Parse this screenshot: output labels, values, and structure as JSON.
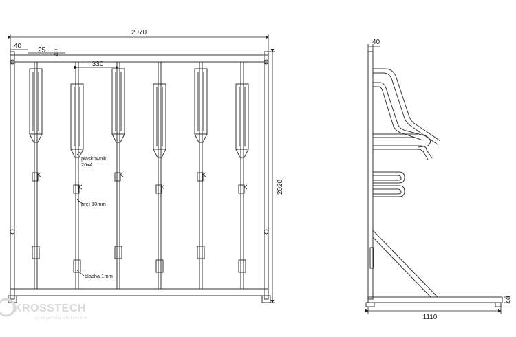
{
  "dimensions": {
    "total_width": "2070",
    "height": "2020",
    "left_offset": "40",
    "post_offset": "25",
    "post_width": "40",
    "spacing": "330",
    "side_top": "40",
    "side_depth": "1110",
    "side_base": "40"
  },
  "annotations": {
    "flat_bar": "płaskownik\n20x4",
    "rod": "pręt 10mm",
    "sheet": "blacha 1mm"
  },
  "watermark": {
    "brand": "KROSSTECH",
    "slogan": "specjalista od lakieru"
  },
  "colors": {
    "line": "#333333",
    "dim": "#222222",
    "watermark": "#d9d9d9"
  }
}
